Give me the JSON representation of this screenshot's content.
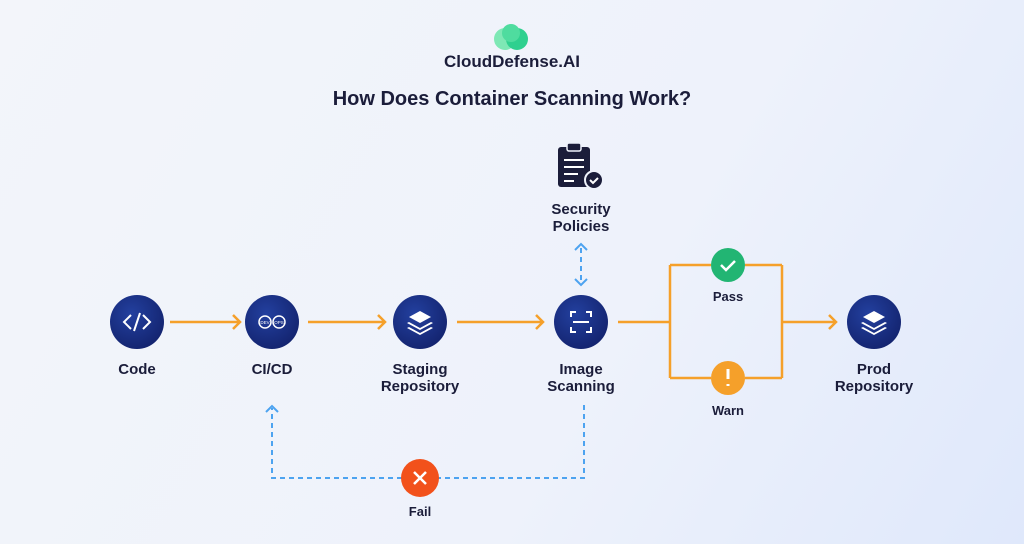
{
  "brand": {
    "name": "CloudDefense.AI",
    "logo_color": "#2fd08f"
  },
  "title": "How Does Container Scanning Work?",
  "colors": {
    "node": "#1a2f8a",
    "flow": "#f5a02a",
    "feedback": "#4da3f0",
    "pass": "#22b573",
    "warn": "#f5a02a",
    "fail": "#f2511b"
  },
  "nodes": {
    "code": {
      "label": "Code",
      "icon": "code-icon"
    },
    "cicd": {
      "label": "CI/CD",
      "icon": "devops-icon",
      "icon_text": [
        "DEV",
        "OPS"
      ]
    },
    "staging": {
      "label": "Staging\nRepository",
      "icon": "layers-icon"
    },
    "scanning": {
      "label": "Image\nScanning",
      "icon": "scan-icon"
    },
    "policies": {
      "label": "Security\nPolicies",
      "icon": "clipboard-check-icon"
    },
    "prod": {
      "label": "Prod\nRepository",
      "icon": "layers-icon"
    },
    "pass": {
      "label": "Pass",
      "icon": "check-icon"
    },
    "warn": {
      "label": "Warn",
      "icon": "exclamation-icon"
    },
    "fail": {
      "label": "Fail",
      "icon": "x-icon"
    }
  }
}
